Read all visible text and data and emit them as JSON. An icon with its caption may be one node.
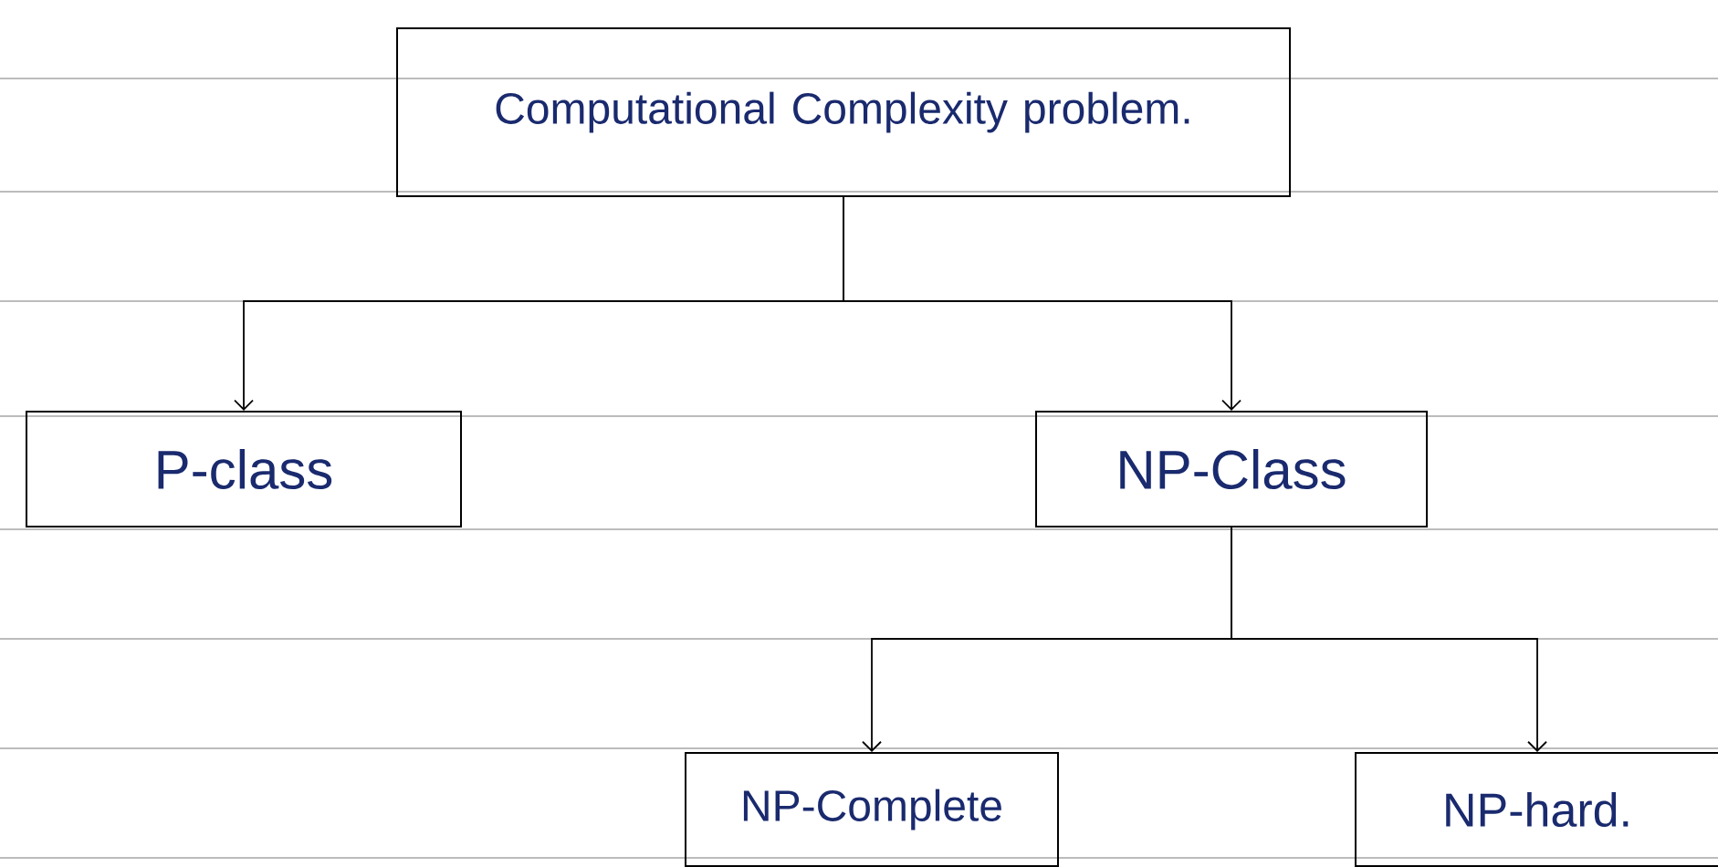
{
  "diagram": {
    "nodes": [
      {
        "text": [
          "Computational Complexity problem."
        ]
      },
      {
        "text": [
          "P-class"
        ]
      },
      {
        "text": [
          "NP-Class"
        ]
      },
      {
        "text": [
          "NP-Complete"
        ]
      },
      {
        "text": [
          "NP-hard."
        ]
      }
    ],
    "edges": [
      {
        "from": 0,
        "to": 1,
        "arrow": "to"
      },
      {
        "from": 0,
        "to": 2,
        "arrow": "to"
      },
      {
        "from": 2,
        "to": 3,
        "arrow": "to"
      },
      {
        "from": 2,
        "to": 4,
        "arrow": "to"
      }
    ]
  }
}
